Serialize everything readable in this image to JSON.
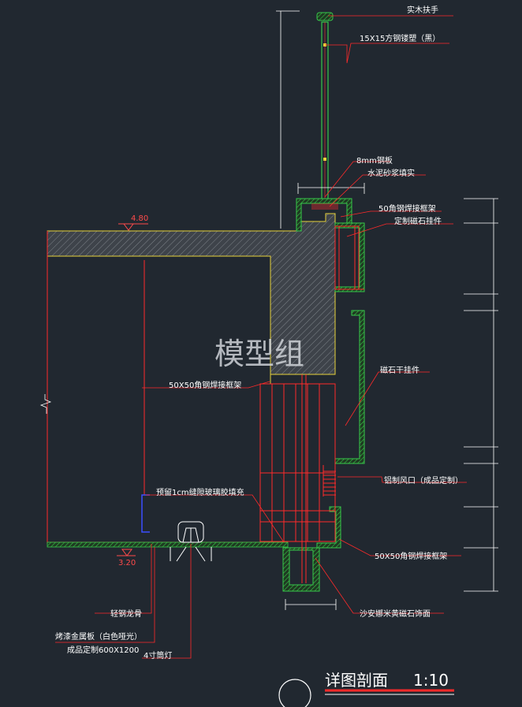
{
  "watermark": "模型组",
  "title": {
    "name": "详图剖面",
    "scale": "1:10"
  },
  "levels": {
    "upper": "4.80",
    "lower": "3.20"
  },
  "annotations": {
    "handrail": "实木扶手",
    "steel_tube": "15X15方钢镂塑（黑）",
    "steel_plate": "8mm钢板",
    "cement_fill": "水泥砂浆填实",
    "angle_frame_top": "50角钢焊接框架",
    "stone_hanger_custom": "定制磁石挂件",
    "stone_hanger_dry": "磁石干挂件",
    "angle_frame_left": "50X50角钢焊接框架",
    "aluminum_vent": "铝制风口（成品定制）",
    "reserved_gap": "预留1cm缝隙玻璃胶填充",
    "angle_frame_bottom": "50X50角钢焊接框架",
    "sand_stone_facing": "沙安娜米黄磁石饰面",
    "light_steel_keel": "轻钢龙骨",
    "metal_panel": "烤漆金属板（白色哑光）",
    "metal_panel_size": "成品定制600X1200",
    "downlight": "4寸筒灯"
  },
  "colors": {
    "background": "#212830",
    "line_red": "#ff2a2a",
    "line_green": "#37c94a",
    "line_yellow": "#e6d23a",
    "line_white": "#ffffff",
    "line_blue": "#3a4dff"
  }
}
